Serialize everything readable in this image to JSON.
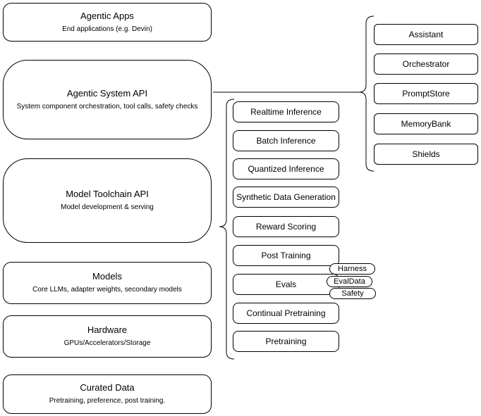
{
  "layers": [
    {
      "title": "Agentic Apps",
      "subtitle": "End applications (e.g. Devin)"
    },
    {
      "title": "Agentic System API",
      "subtitle": "System component orchestration, tool calls, safety checks"
    },
    {
      "title": "Model Toolchain API",
      "subtitle": "Model development & serving"
    },
    {
      "title": "Models",
      "subtitle": "Core LLMs, adapter weights, secondary models"
    },
    {
      "title": "Hardware",
      "subtitle": "GPUs/Accelerators/Storage"
    },
    {
      "title": "Curated Data",
      "subtitle": "Pretraining, preference, post training."
    }
  ],
  "toolchain_api_group": {
    "items": [
      "Realtime Inference",
      "Batch Inference",
      "Quantized Inference",
      "Synthetic Data Generation",
      "Reward Scoring",
      "Post Training",
      "Evals",
      "Continual Pretraining",
      "Pretraining"
    ],
    "evals_badges": [
      "Harness",
      "EvalData",
      "Safety"
    ]
  },
  "system_api_group": {
    "items": [
      "Assistant",
      "Orchestrator",
      "PromptStore",
      "MemoryBank",
      "Shields"
    ]
  },
  "colors": {
    "stroke": "#000000",
    "fill": "#ffffff",
    "text": "#000000",
    "background": "#ffffff"
  }
}
